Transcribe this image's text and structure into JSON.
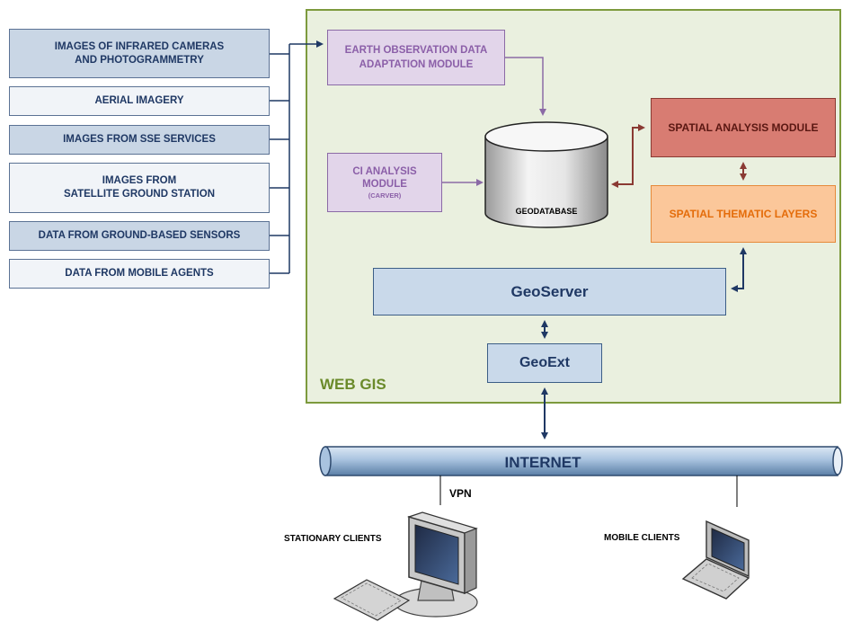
{
  "sources": [
    {
      "label": "IMAGES OF INFRARED CAMERAS\nAND PHOTOGRAMMETRY"
    },
    {
      "label": "AERIAL IMAGERY"
    },
    {
      "label": "IMAGES FROM SSE SERVICES"
    },
    {
      "label": "IMAGES FROM\nSATELLITE GROUND STATION"
    },
    {
      "label": "DATA FROM GROUND-BASED SENSORS"
    },
    {
      "label": "DATA FROM MOBILE AGENTS"
    }
  ],
  "webgis": {
    "label": "WEB GIS",
    "eo_module": {
      "line1": "EARTH OBSERVATION DATA",
      "line2": "ADAPTATION MODULE"
    },
    "ci_module": {
      "line1": "CI ANALYSIS",
      "line2": "MODULE",
      "sub": "(CARVER)"
    },
    "geodatabase": "GEODATABASE",
    "spatial_analysis": "SPATIAL ANALYSIS MODULE",
    "thematic_layers": "SPATIAL THEMATIC LAYERS",
    "geoserver": "GeoServer",
    "geoext": "GeoExt"
  },
  "network": {
    "internet": "INTERNET",
    "vpn": "VPN",
    "stationary_clients": "STATIONARY CLIENTS",
    "mobile_clients": "MOBILE CLIENTS"
  },
  "colors": {
    "navy": "#1f3864",
    "arrow_blue": "#1f3864",
    "purple_arrow": "#8b6aa6",
    "red_arrow": "#8a3a33",
    "webgis_green": "#7d9a3d"
  }
}
